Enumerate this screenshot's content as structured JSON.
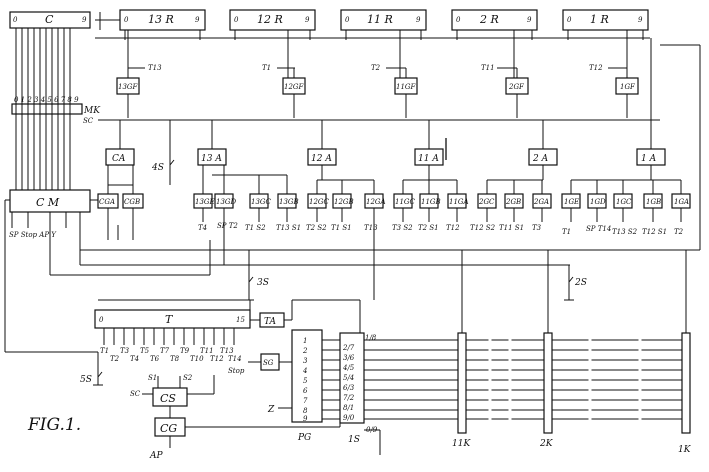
{
  "figure": {
    "caption": "FIG.1."
  },
  "counters": [
    {
      "id": "C",
      "label": "C",
      "left": "0",
      "right": "9"
    },
    {
      "id": "13R",
      "label": "13 R",
      "left": "0",
      "right": "9"
    },
    {
      "id": "12R",
      "label": "12 R",
      "left": "0",
      "right": "9"
    },
    {
      "id": "11R",
      "label": "11 R",
      "left": "0",
      "right": "9"
    },
    {
      "id": "2R",
      "label": "2 R",
      "left": "0",
      "right": "9"
    },
    {
      "id": "1R",
      "label": "1 R",
      "left": "0",
      "right": "9"
    }
  ],
  "gates_f": [
    {
      "label": "13GF",
      "t": "T13"
    },
    {
      "label": "12GF",
      "t": "T1"
    },
    {
      "label": "11GF",
      "t": "T2"
    },
    {
      "label": "2GF",
      "t": "T11"
    },
    {
      "label": "1GF",
      "t": "T12"
    }
  ],
  "mk": {
    "label": "MK",
    "digits": "0 1 2 3 4 5 6 7 8 9"
  },
  "sc": "SC",
  "a_units": [
    "CA",
    "13 A",
    "12 A",
    "11 A",
    "2 A",
    "1 A"
  ],
  "s4": "4S",
  "cm": {
    "label": "C M",
    "outputs": "SP  Stop  AP   Y"
  },
  "ca_gates": [
    "CGA",
    "CGB"
  ],
  "g13": [
    "13GE",
    "13GD",
    "13GC",
    "13GB"
  ],
  "g13_sub": [
    "T4",
    "SP T2",
    "T1  S2",
    "T13 S1"
  ],
  "g12": [
    "12GC",
    "12GB",
    "12GA"
  ],
  "g12_sub": [
    "T2 S2",
    "T1  S1",
    "T13"
  ],
  "g11": [
    "11GC",
    "11GB",
    "11GA"
  ],
  "g11_sub": [
    "T3 S2",
    "T2 S1",
    "T12"
  ],
  "g2": [
    "2GC",
    "2GB",
    "2GA"
  ],
  "g2_sub": [
    "T12 S2",
    "T11 S1",
    "T3"
  ],
  "g1": [
    "1GE",
    "1GD",
    "1GC",
    "1GB",
    "1GA"
  ],
  "g1_sub": [
    "T1",
    "SP T14",
    "T13 S2",
    "T12 S1",
    "T2"
  ],
  "s3": "3S",
  "s2": "2S",
  "t_unit": {
    "label": "T",
    "left": "0",
    "right": "15"
  },
  "t_outputs": [
    "T1",
    "T2",
    "T3",
    "T4",
    "T5",
    "T6",
    "T7",
    "T8",
    "T9",
    "T10",
    "T11",
    "T12",
    "T13",
    "T14"
  ],
  "ta": "TA",
  "stop": "Stop",
  "sg": "SG",
  "s5": "5S",
  "cs": {
    "label": "CS",
    "in1": "S1",
    "in2": "S2",
    "sc": "SC"
  },
  "cg": {
    "label": "CG",
    "ap": "AP"
  },
  "pg": {
    "label": "PG",
    "z": "Z",
    "outputs": [
      "1",
      "2",
      "3",
      "4",
      "5",
      "6",
      "7",
      "8",
      "9"
    ]
  },
  "s1": {
    "label": "1S",
    "rows": [
      "1/8",
      "2/7",
      "3/6",
      "4/5",
      "5/4",
      "6/3",
      "7/2",
      "8/1",
      "9/0",
      "0/9"
    ]
  },
  "k_columns": [
    "11K",
    "2K",
    "1K"
  ]
}
